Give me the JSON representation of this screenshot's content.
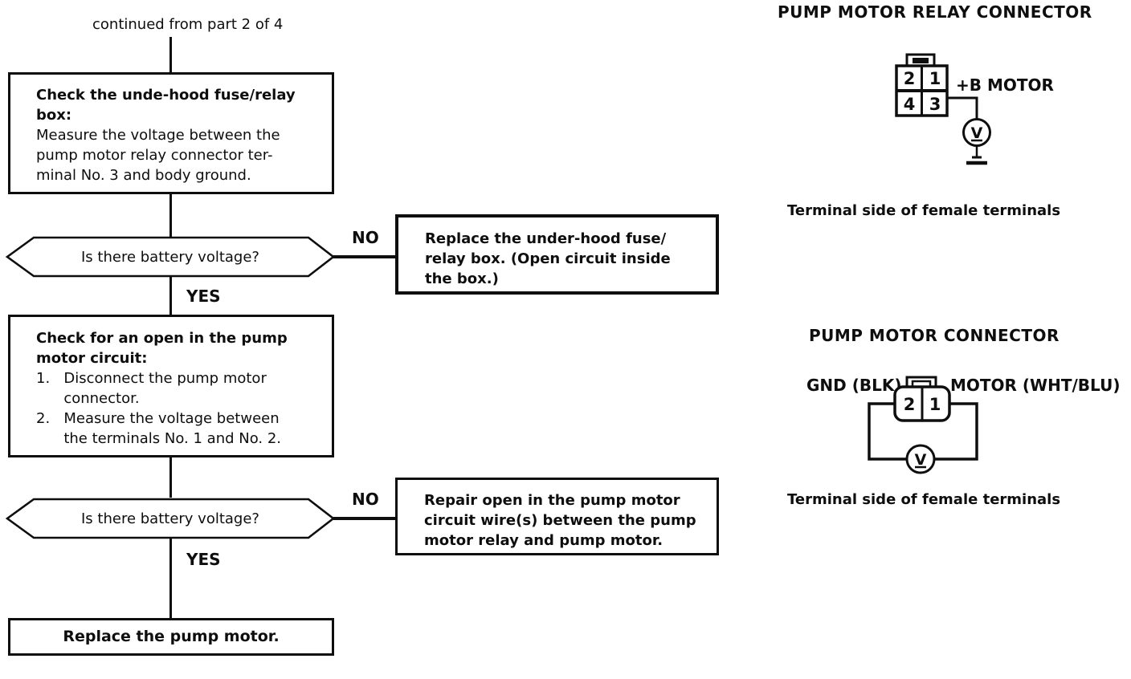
{
  "colors": {
    "ink": "#0e0e0e",
    "paper": "#ffffff"
  },
  "flow": {
    "continued_label": "continued from part 2 of 4",
    "box1": {
      "title_lines": [
        "Check the unde-hood fuse/relay",
        "box:"
      ],
      "body_lines": [
        "Measure the voltage between the",
        "pump motor relay connector ter-",
        "minal No. 3 and body ground."
      ]
    },
    "decision1": {
      "question": "Is there battery voltage?",
      "no_label": "NO",
      "yes_label": "YES"
    },
    "nobox1": {
      "lines": [
        "Replace the under-hood fuse/",
        "relay box. (Open circuit inside",
        "the box.)"
      ]
    },
    "box2": {
      "title_lines": [
        "Check for an open in the pump",
        "motor circuit:"
      ],
      "step_lines": [
        "1.   Disconnect the pump motor",
        "      connector.",
        "2.   Measure the voltage between",
        "      the terminals No. 1 and No. 2."
      ]
    },
    "decision2": {
      "question": "Is there battery voltage?",
      "no_label": "NO",
      "yes_label": "YES"
    },
    "nobox2": {
      "lines": [
        "Repair open in the pump motor",
        "circuit wire(s) between the pump",
        "motor relay and pump motor."
      ]
    },
    "box3": {
      "text": "Replace the pump motor."
    }
  },
  "panel": {
    "relay_connector": {
      "heading": "PUMP MOTOR RELAY CONNECTOR",
      "terminals": [
        "2",
        "1",
        "4",
        "3"
      ],
      "probe_label": "+B MOTOR",
      "meter_label": "V",
      "caption": "Terminal side of female terminals"
    },
    "pump_connector": {
      "heading": "PUMP MOTOR CONNECTOR",
      "terminals": [
        "2",
        "1"
      ],
      "left_label": "GND (BLK)",
      "right_label": "MOTOR (WHT/BLU)",
      "meter_label": "V",
      "caption": "Terminal side of female terminals"
    }
  }
}
